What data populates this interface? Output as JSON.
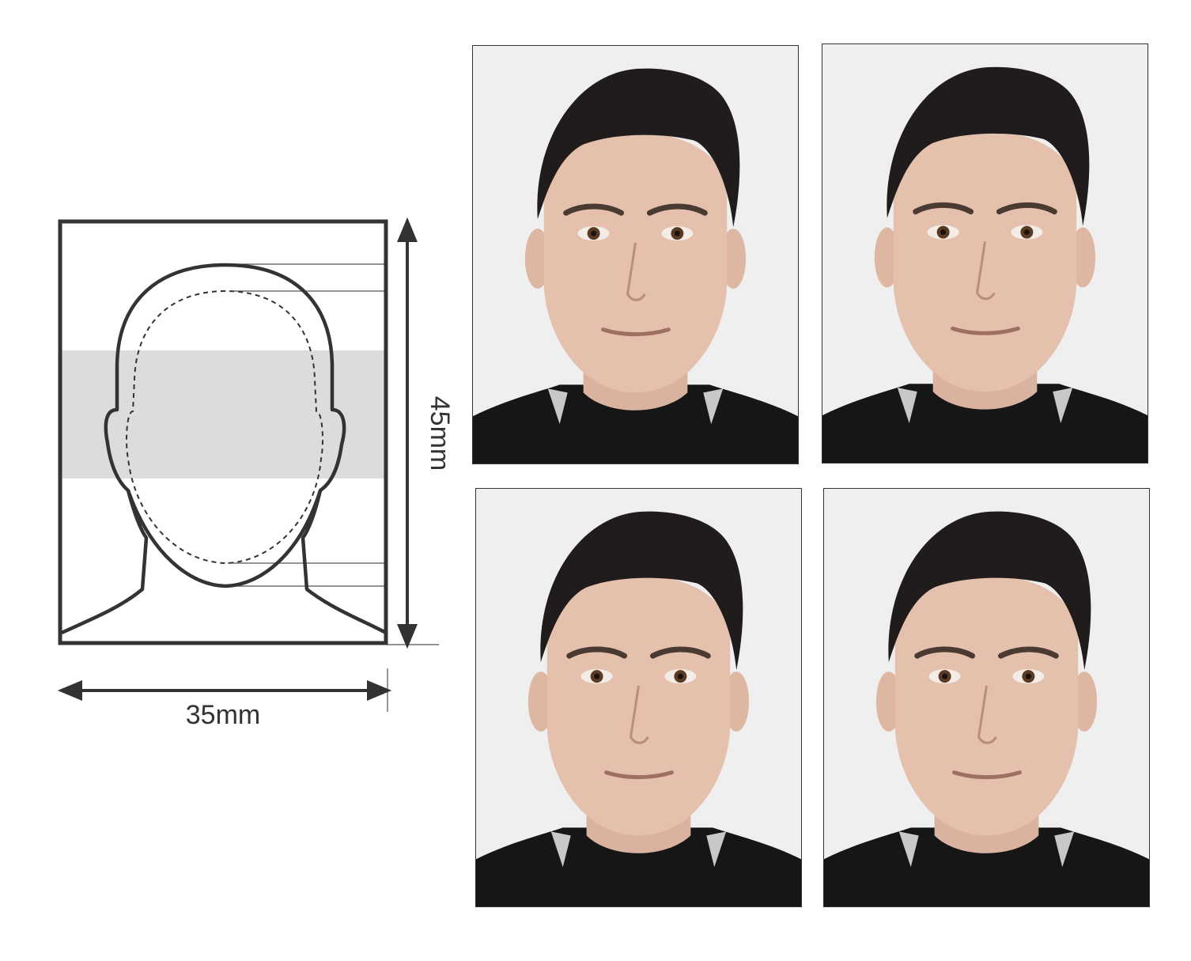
{
  "diagram": {
    "width_label": "35mm",
    "height_label": "45mm"
  },
  "photos": [
    {
      "name": "photo-top-left"
    },
    {
      "name": "photo-top-right"
    },
    {
      "name": "photo-bottom-left"
    },
    {
      "name": "photo-bottom-right"
    }
  ],
  "colors": {
    "outline": "#333333",
    "band": "#dcdcdd",
    "background": "#efefef",
    "hair": "#1f1c1b",
    "skin": "#e4c0ad",
    "shirt": "#161616"
  }
}
